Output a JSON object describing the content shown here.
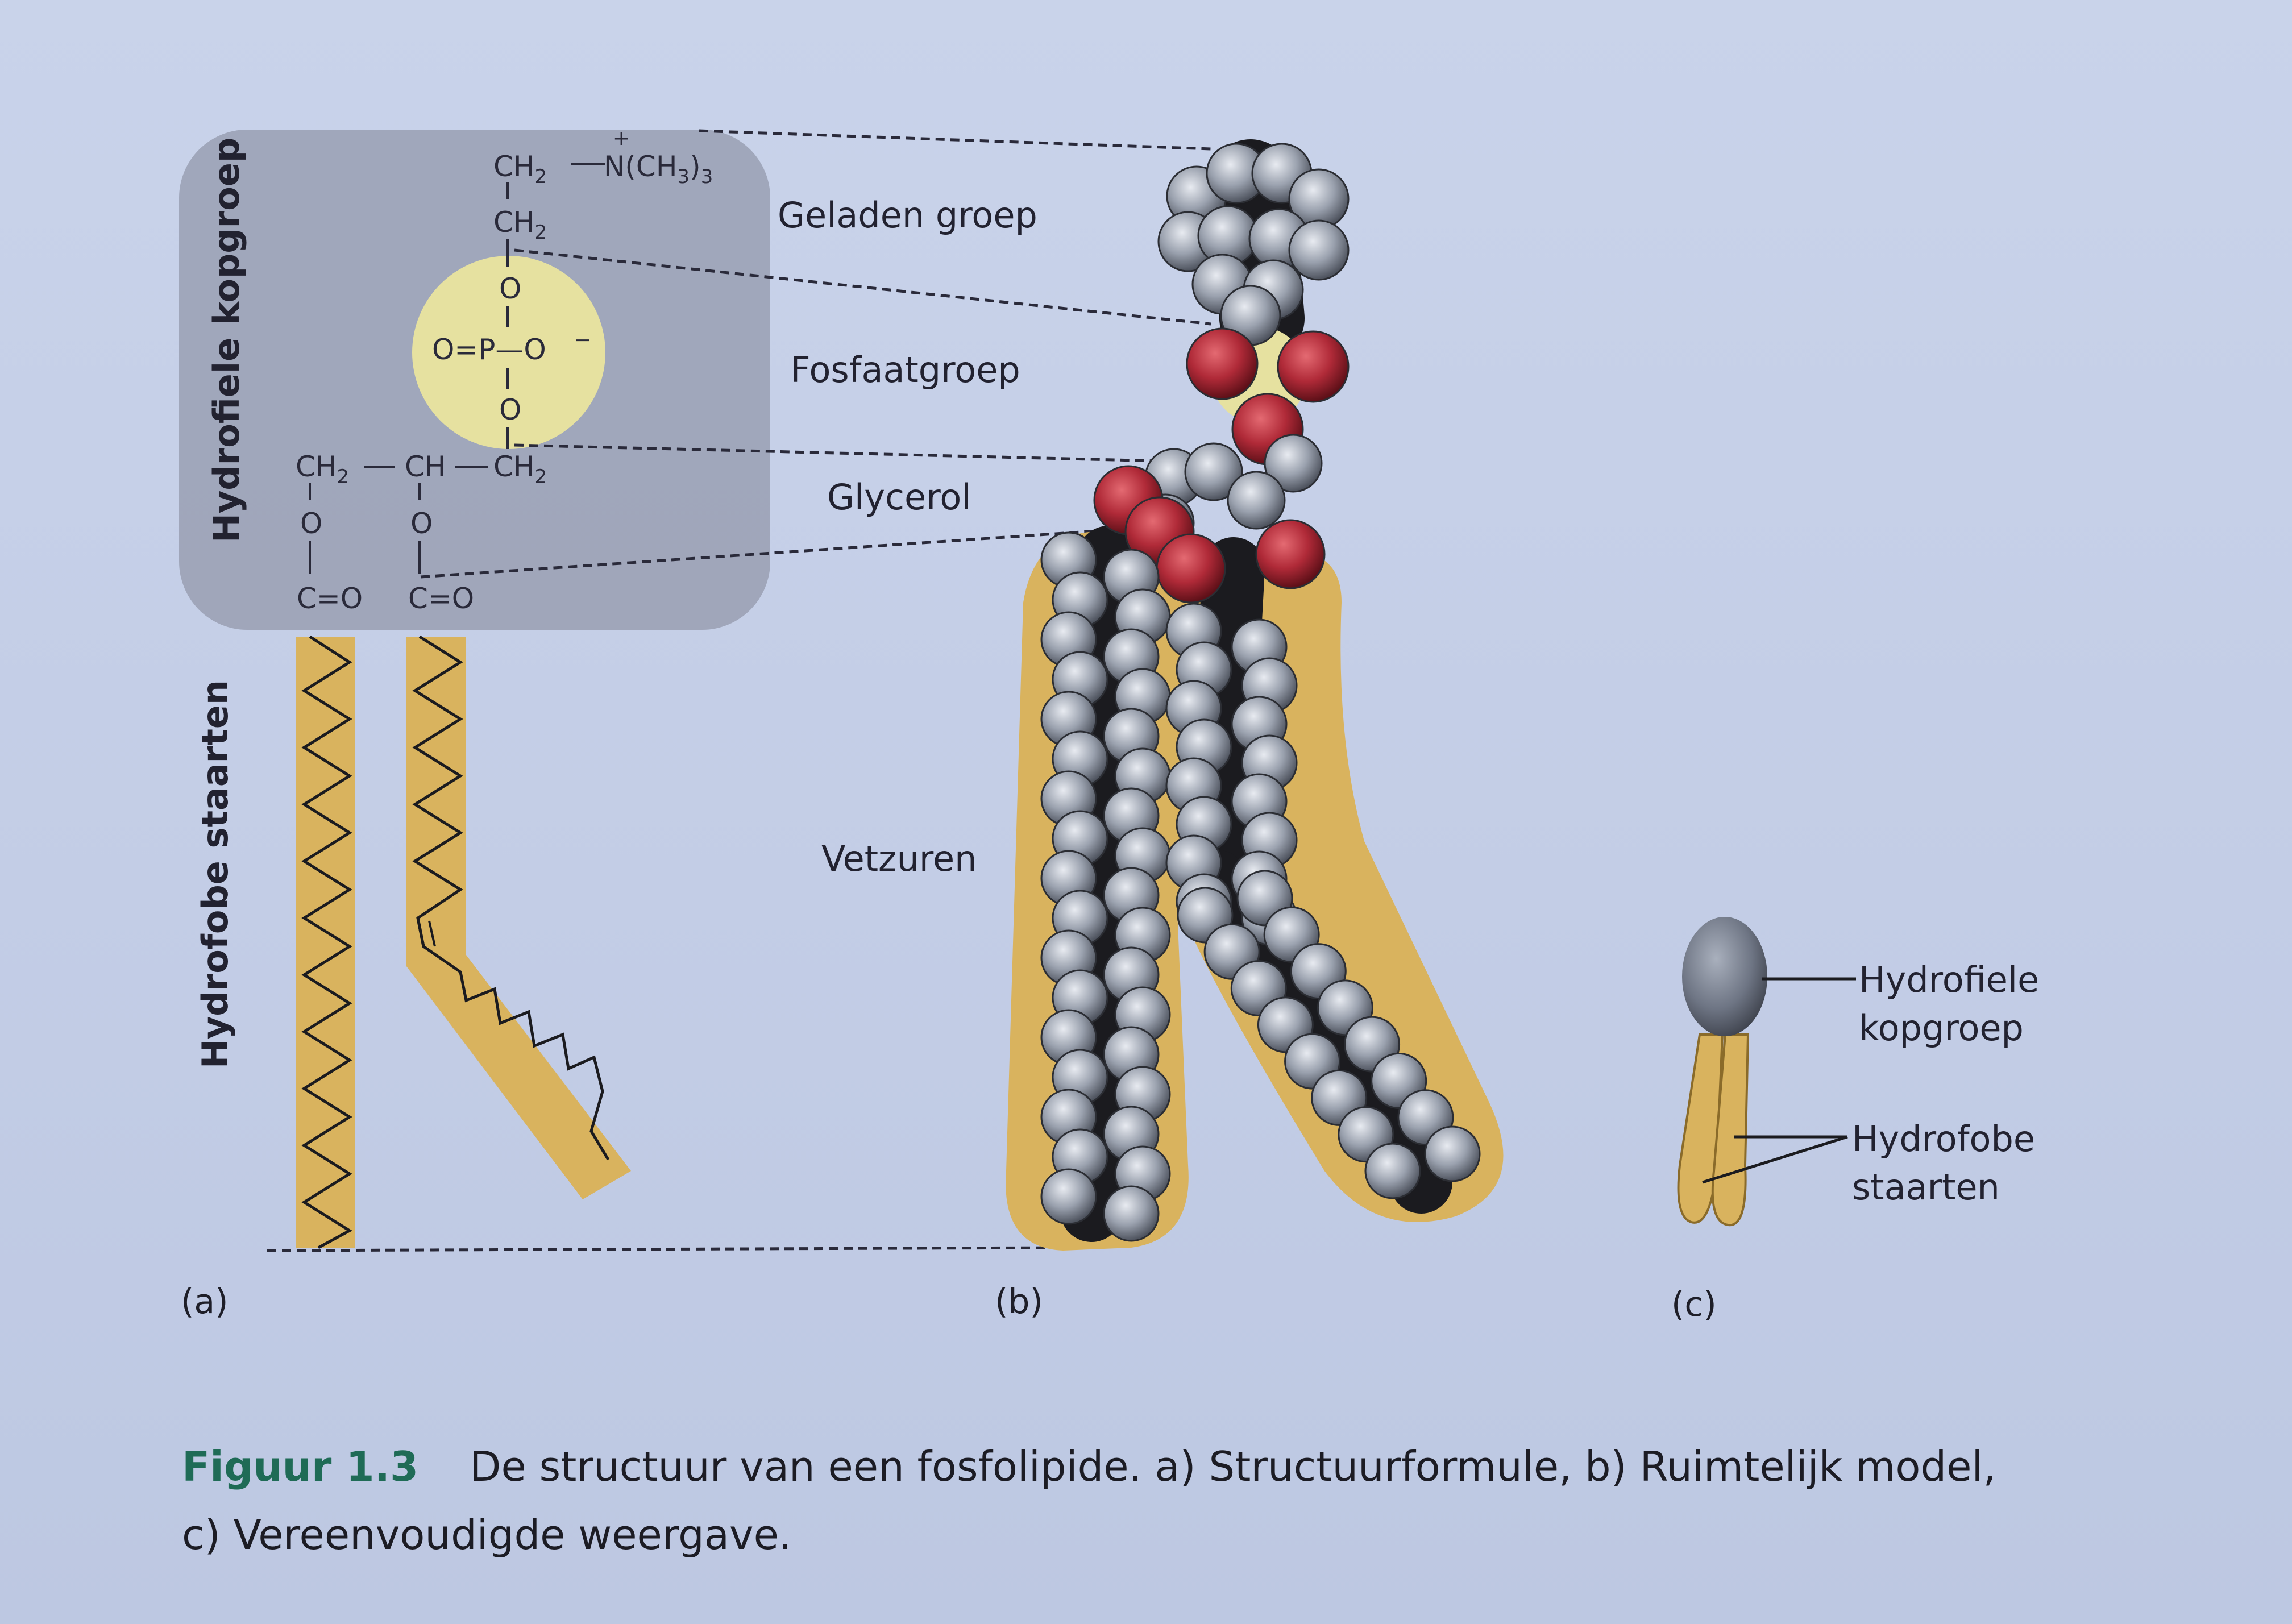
{
  "panel_a": {
    "side_label_head": "Hydrofiele kopgroep",
    "side_label_tail": "Hydrofobe staarten",
    "formula": {
      "ch2_top": "CH",
      "sub2": "2",
      "amine": "N(CH",
      "amine_sub": "3",
      "amine_close": ")",
      "amine_sub2": "3",
      "plus": "+",
      "ch2_second": "CH",
      "o": "O",
      "p_row": "O=P—O",
      "minus": "−",
      "glycerol_row": "CH",
      "ch": "CH",
      "co": "C=O"
    },
    "letter": "(a)"
  },
  "panel_b": {
    "labels": [
      "Geladen groep",
      "Fosfaatgroep",
      "Glycerol",
      "Vetzuren"
    ],
    "letter": "(b)"
  },
  "panel_c": {
    "head_label_line1": "Hydrofiele",
    "head_label_line2": "kopgroep",
    "tail_label_line1": "Hydrofobe",
    "tail_label_line2": "staarten",
    "letter": "(c)"
  },
  "caption": {
    "figure_number": "Figuur 1.3",
    "text": "De structuur van een fosfolipide. a) Structuurformule, b) Ruimtelijk model, c) Vereenvoudigde weergave."
  },
  "colors": {
    "head_box": "#9ca3b6",
    "phosphate_circle": "#e6e1a0",
    "tail_fill": "#d9b35e",
    "carbon": "#1b1b1f",
    "hydrogen": "#8f97a6",
    "oxygen": "#b02a38",
    "caption_accent": "#1f6b56"
  }
}
